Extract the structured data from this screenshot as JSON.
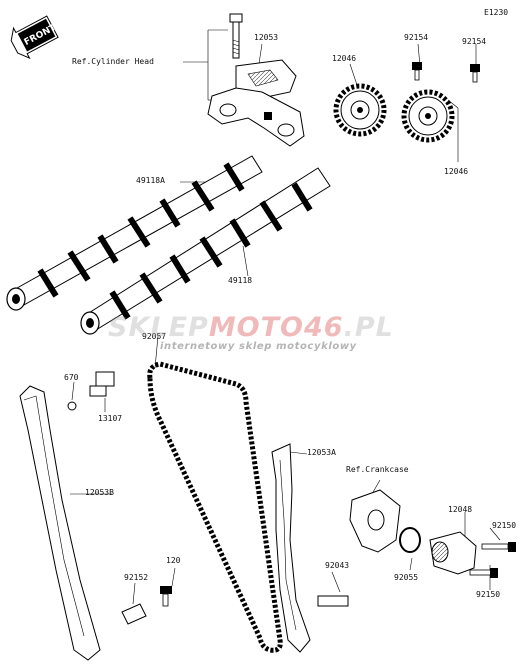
{
  "diagram": {
    "code": "E1230",
    "front_label": "FRONT",
    "callouts": [
      {
        "id": "12053",
        "text": "12053"
      },
      {
        "id": "ref-cyl",
        "text": "Ref.Cylinder Head"
      },
      {
        "id": "92154a",
        "text": "92154"
      },
      {
        "id": "92154b",
        "text": "92154"
      },
      {
        "id": "12046a",
        "text": "12046"
      },
      {
        "id": "12046b",
        "text": "12046"
      },
      {
        "id": "49118a",
        "text": "49118A"
      },
      {
        "id": "49118",
        "text": "49118"
      },
      {
        "id": "92057",
        "text": "92057"
      },
      {
        "id": "670",
        "text": "670"
      },
      {
        "id": "13107",
        "text": "13107"
      },
      {
        "id": "12053a",
        "text": "12053A"
      },
      {
        "id": "ref-crank",
        "text": "Ref.Crankcase"
      },
      {
        "id": "12053b",
        "text": "12053B"
      },
      {
        "id": "12048",
        "text": "12048"
      },
      {
        "id": "92150a",
        "text": "92150"
      },
      {
        "id": "92150b",
        "text": "92150"
      },
      {
        "id": "120",
        "text": "120"
      },
      {
        "id": "92043",
        "text": "92043"
      },
      {
        "id": "92152",
        "text": "92152"
      },
      {
        "id": "92055",
        "text": "92055"
      }
    ]
  },
  "watermark": {
    "brand_prefix": "SKLEP",
    "brand_highlight": "MOTO46",
    "brand_suffix": ".PL",
    "tagline": "internetowy sklep motocyklowy",
    "prefix_color": "#9a9a9a",
    "highlight_color": "#d21f1f"
  }
}
